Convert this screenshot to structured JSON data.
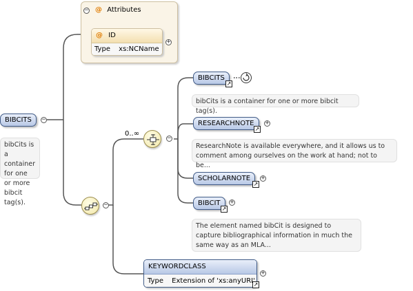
{
  "root": {
    "name": "BIBCITS",
    "description": "bibCits is a container for one or more bibcit tag(s)."
  },
  "attributes": {
    "title": "Attributes",
    "items": [
      {
        "name": "ID",
        "type_label": "Type",
        "type_value": "xs:NCName"
      }
    ]
  },
  "choice": {
    "occurrence": "0..∞"
  },
  "children": [
    {
      "name": "BIBCITS",
      "description": "bibCits is a container for one or more bibcit tag(s)."
    },
    {
      "name": "RESEARCHNOTE",
      "description": "ResearchNote is available everywhere, and it allows us to comment among ourselves on the work at hand; not to be..."
    },
    {
      "name": "SCHOLARNOTE",
      "description": ""
    },
    {
      "name": "BIBCIT",
      "description": "The element named bibCit is designed to capture bibliographical information in much the same way as an MLA..."
    }
  ],
  "keywordclass": {
    "name": "KEYWORDCLASS",
    "type_label": "Type",
    "type_value": "Extension of 'xs:anyURI'"
  },
  "colors": {
    "node_border": "#3f5a86",
    "node_fill": "#c9d6ee",
    "compositor_fill": "#f2e7a8",
    "attr_fill": "#faf4e7",
    "attr_icon": "#e07b00",
    "wire": "#555555"
  },
  "icons": {
    "expand": "plus-circle-icon",
    "collapse": "minus-circle-icon",
    "reference": "reference-arrow-icon",
    "sequence": "sequence-compositor-icon",
    "choice": "choice-compositor-icon",
    "recursion": "recursion-icon"
  }
}
